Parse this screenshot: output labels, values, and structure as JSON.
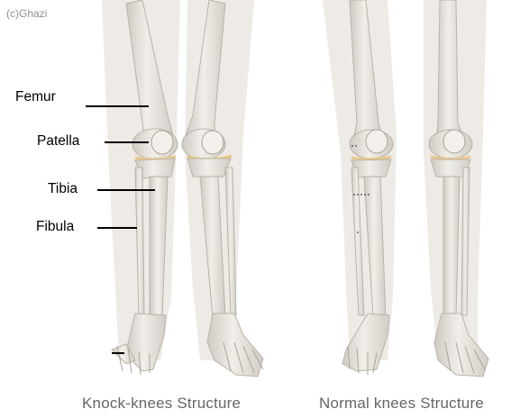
{
  "copyright": "(c)Ghazi",
  "labels": {
    "femur": "Femur",
    "patella": "Patella",
    "tibia": "Tibia",
    "fibula": "Fibula"
  },
  "captions": {
    "knock_knees": "Knock-knees Structure",
    "normal_knees": "Normal knees Structure"
  },
  "colors": {
    "bone_fill": "#e6e2db",
    "bone_stroke": "#b9b3a9",
    "leg_silhouette": "#eeebe6",
    "cartilage": "#e9c98a",
    "leader_line": "#000000"
  }
}
